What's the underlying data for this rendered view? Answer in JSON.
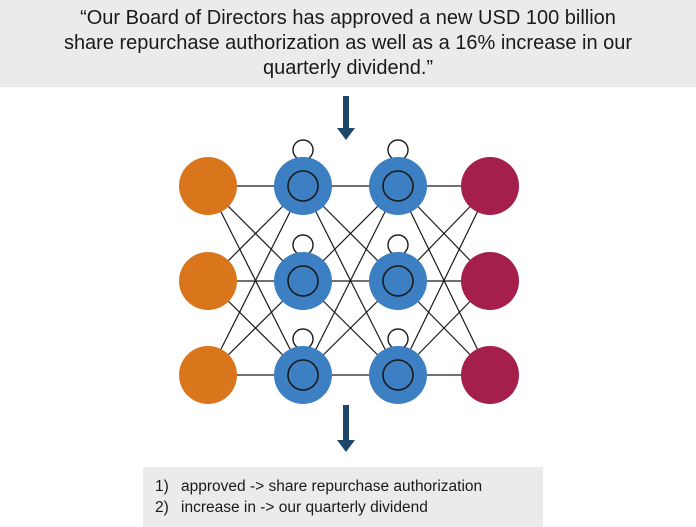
{
  "quote": {
    "lines": [
      "“Our Board of Directors has approved a new USD 100 billion",
      "share repurchase authorization as well as a 16% increase in our",
      "quarterly dividend.”"
    ]
  },
  "network": {
    "colors": {
      "input": "#d9761c",
      "hidden": "#3c7fc2",
      "output": "#a51f4c",
      "arrow": "#1d466b",
      "edge": "#1a1a1a"
    },
    "layers": [
      {
        "role": "input",
        "nodes": 3,
        "recurrent": false
      },
      {
        "role": "hidden",
        "nodes": 3,
        "recurrent": true
      },
      {
        "role": "hidden",
        "nodes": 3,
        "recurrent": true
      },
      {
        "role": "output",
        "nodes": 3,
        "recurrent": false
      }
    ]
  },
  "extractions": [
    {
      "num": "1)",
      "text": "approved -> share repurchase authorization"
    },
    {
      "num": "2)",
      "text": "increase in -> our quarterly dividend"
    }
  ]
}
